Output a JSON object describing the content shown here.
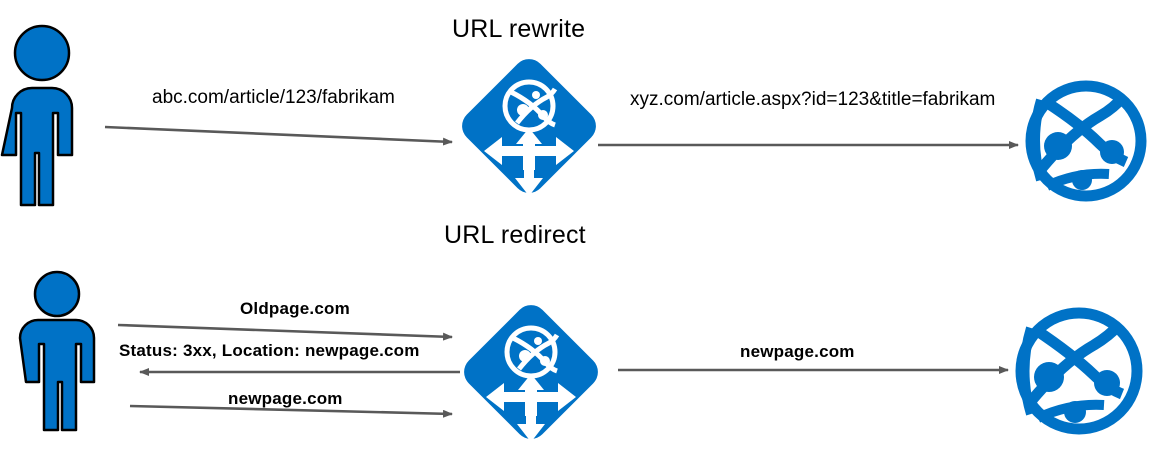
{
  "diagram": {
    "title_rewrite": "URL rewrite",
    "title_redirect": "URL redirect",
    "accent_color": "#0072C6",
    "arrow_color": "#595959",
    "outline_color": "#000000",
    "icon_inner_color": "#FFFFFF",
    "sections": [
      {
        "name": "url-rewrite",
        "heading": "URL rewrite",
        "nodes": [
          {
            "id": "client",
            "icon": "person-icon",
            "role": "client"
          },
          {
            "id": "gateway",
            "icon": "application-gateway-icon",
            "role": "application gateway"
          },
          {
            "id": "webserver",
            "icon": "web-globe-icon",
            "role": "web server"
          }
        ],
        "flows": [
          {
            "from": "client",
            "to": "gateway",
            "label": "abc.com/article/123/fabrikam",
            "direction": "right",
            "bold": false
          },
          {
            "from": "gateway",
            "to": "webserver",
            "label": "xyz.com/article.aspx?id=123&title=fabrikam",
            "direction": "right",
            "bold": false
          }
        ]
      },
      {
        "name": "url-redirect",
        "heading": "URL redirect",
        "nodes": [
          {
            "id": "client",
            "icon": "person-icon",
            "role": "client"
          },
          {
            "id": "gateway",
            "icon": "application-gateway-icon",
            "role": "application gateway"
          },
          {
            "id": "webserver",
            "icon": "web-globe-icon",
            "role": "web server"
          }
        ],
        "flows": [
          {
            "from": "client",
            "to": "gateway",
            "label": "Oldpage.com",
            "direction": "right",
            "bold": true
          },
          {
            "from": "gateway",
            "to": "client",
            "label": "Status: 3xx, Location: newpage.com",
            "direction": "left",
            "bold": true
          },
          {
            "from": "client",
            "to": "gateway",
            "label": "newpage.com",
            "direction": "right",
            "bold": true
          },
          {
            "from": "gateway",
            "to": "webserver",
            "label": "newpage.com",
            "direction": "right",
            "bold": true
          }
        ]
      }
    ]
  }
}
